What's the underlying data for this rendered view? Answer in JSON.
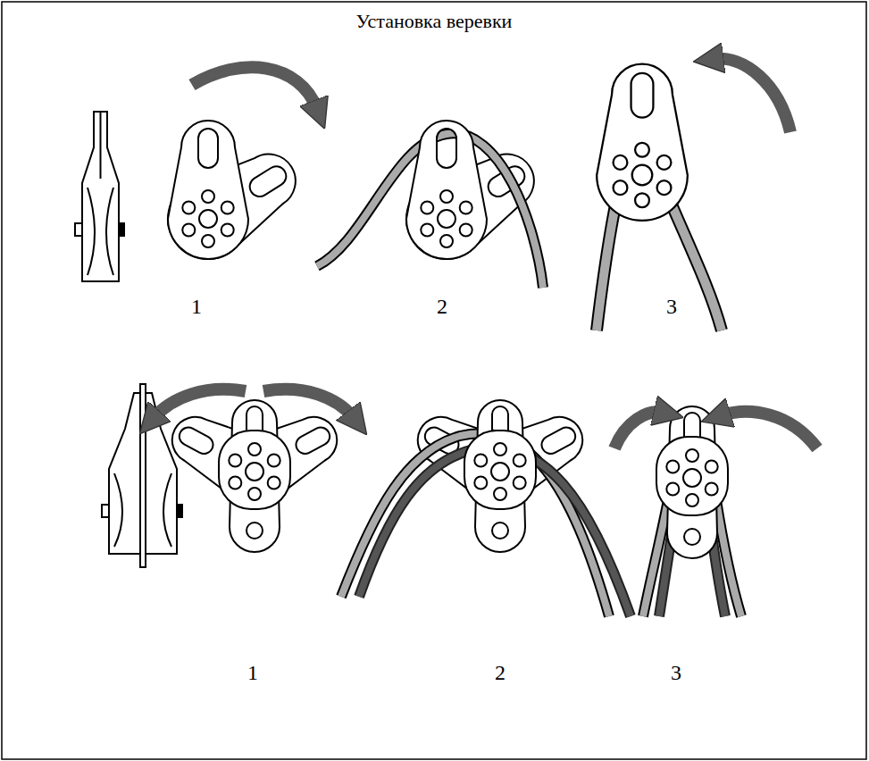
{
  "diagram": {
    "title": "Установка веревки",
    "labels": [
      "1",
      "2",
      "3",
      "1",
      "2",
      "3"
    ]
  }
}
